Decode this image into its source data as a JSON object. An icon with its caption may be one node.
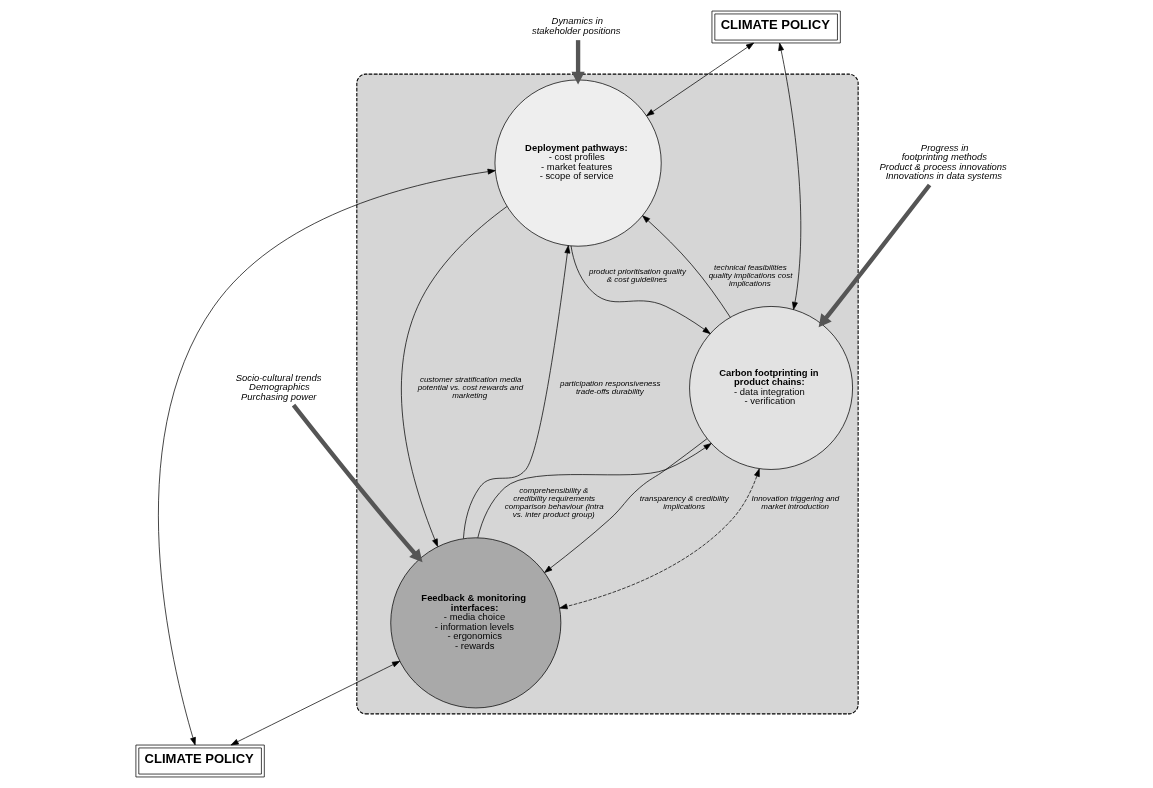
{
  "diagram": {
    "nodes": [
      {
        "text": [],
        "shape": "ellipse"
      },
      {
        "text": [
          "Dynamics in stakeholder positions"
        ]
      },
      {
        "text": [
          "Deployment pathways:",
          "- cost profiles",
          "- market features",
          "- scope of service"
        ],
        "in": 0
      },
      {
        "text": [
          "Carbon footprinting in product chains:",
          "- data integration",
          "- verification"
        ],
        "in": 0
      },
      {
        "text": [
          "Feedback & monitoring interfaces:",
          "- media choice",
          "- information levels",
          "- ergonomics",
          "- rewards"
        ],
        "in": 0
      },
      {
        "text": [
          "CLIMATE POLICY"
        ]
      },
      {
        "text": [
          "CLIMATE POLICY"
        ]
      },
      {
        "text": [
          "Progress in footprinting methods",
          "Product & process innovations",
          "Innovations in data systems"
        ]
      },
      {
        "text": [
          "Socio-cultural trends",
          "Demographics",
          "Purchasing power"
        ]
      }
    ],
    "edges": [
      {
        "from": 1,
        "to": 2,
        "arrow": "to",
        "style": "thick",
        "color": "#555555"
      },
      {
        "from": 5,
        "to": 2,
        "arrow": "both"
      },
      {
        "from": 6,
        "to": 2,
        "arrow": "both"
      },
      {
        "from": 3,
        "to": 2,
        "arrow": "to",
        "label": "technical feasibilities quality implications cost implications"
      },
      {
        "from": 2,
        "to": 3,
        "arrow": "to",
        "label": "product prioritisation quality & cost guidelines"
      },
      {
        "from": 2,
        "to": 4,
        "arrow": "to",
        "label": "customer stratification media potential vs. cost rewards and marketing"
      },
      {
        "from": 4,
        "to": 2,
        "arrow": "to",
        "label": "participation responsiveness trade-offs durability"
      },
      {
        "from": 5,
        "to": 3,
        "arrow": "both"
      },
      {
        "from": 4,
        "to": 6,
        "arrow": "both"
      },
      {
        "from": 3,
        "to": 4,
        "arrow": "to",
        "label": "transparency & credibility implications"
      },
      {
        "from": 4,
        "to": 3,
        "arrow": "to",
        "label": "comprehensibility & credibility requirements comparison behaviour (intra vs. inter product group)"
      },
      {
        "from": 3,
        "to": 4,
        "arrow": "both",
        "style": "dashed",
        "label": "Innovation triggering and market introduction"
      },
      {
        "from": 7,
        "to": 3,
        "arrow": "to",
        "style": "thick",
        "color": "#555555"
      },
      {
        "from": 8,
        "to": 4,
        "arrow": "to",
        "style": "thick",
        "color": "#555555"
      }
    ]
  }
}
